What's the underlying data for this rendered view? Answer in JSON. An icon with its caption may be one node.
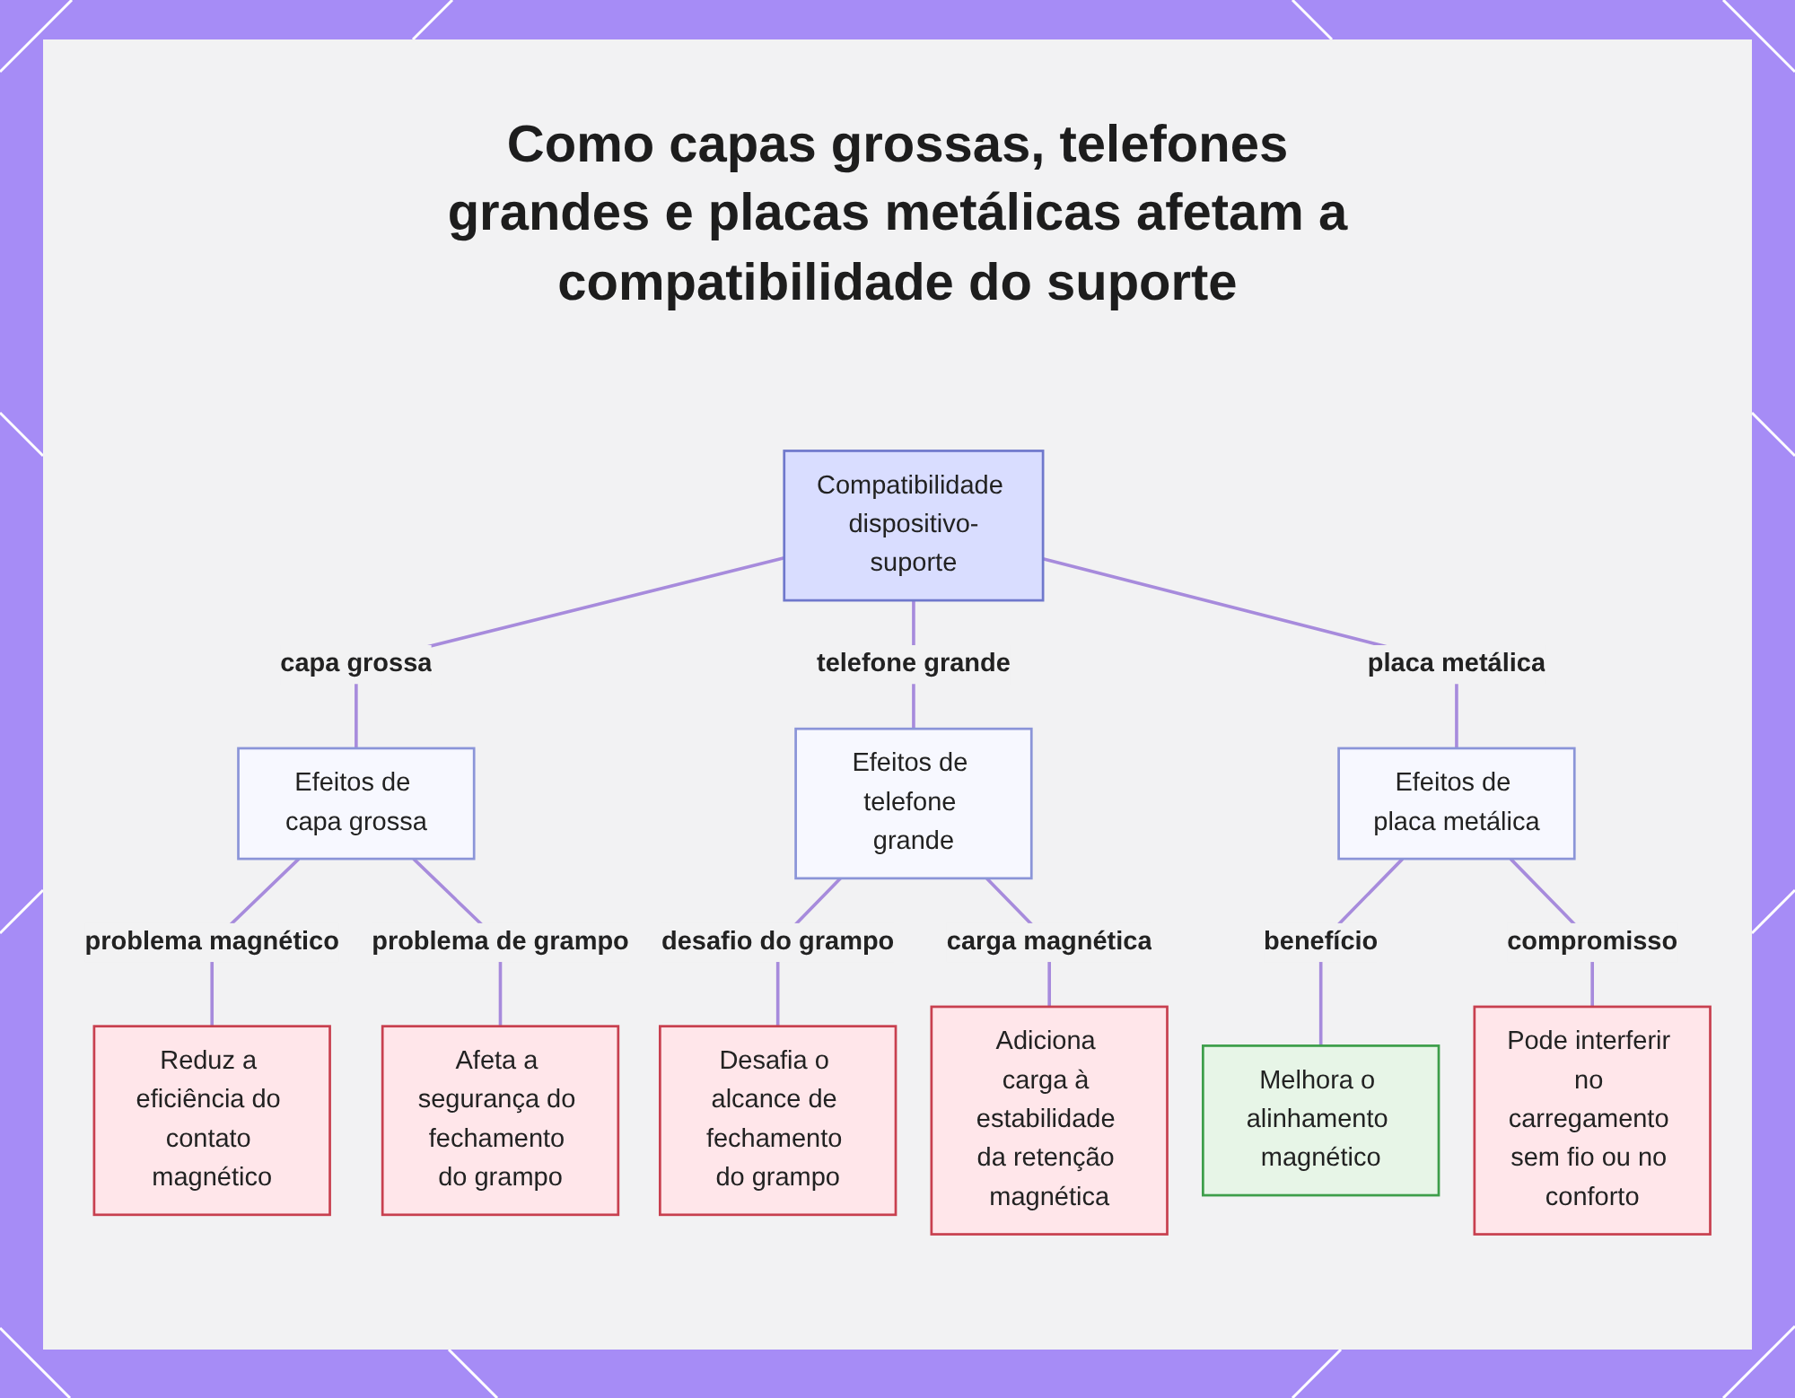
{
  "diagram": {
    "title": "Como capas grossas, telefones grandes e placas metálicas afetam a compatibilidade do suporte",
    "nodes": [
      {
        "text": [
          "Compatibilidade dispositivo-suporte"
        ]
      },
      {
        "text": [
          "Efeitos de capa grossa"
        ]
      },
      {
        "text": [
          "Efeitos de telefone grande"
        ]
      },
      {
        "text": [
          "Efeitos de placa metálica"
        ]
      },
      {
        "text": [
          "Reduz a eficiência do contato magnético"
        ]
      },
      {
        "text": [
          "Afeta a segurança do fechamento do grampo"
        ]
      },
      {
        "text": [
          "Desafia o alcance de fechamento do grampo"
        ]
      },
      {
        "text": [
          "Adiciona carga à estabilidade da retenção magnética"
        ]
      },
      {
        "text": [
          "Melhora o alinhamento magnético"
        ]
      },
      {
        "text": [
          "Pode interferir no carregamento sem fio ou no conforto"
        ]
      }
    ],
    "edges": [
      {
        "from": 0,
        "to": 1,
        "arrow": "none",
        "label": "capa grossa"
      },
      {
        "from": 0,
        "to": 2,
        "arrow": "none",
        "label": "telefone grande"
      },
      {
        "from": 0,
        "to": 3,
        "arrow": "none",
        "label": "placa metálica"
      },
      {
        "from": 1,
        "to": 4,
        "arrow": "none",
        "label": "problema magnético"
      },
      {
        "from": 1,
        "to": 5,
        "arrow": "none",
        "label": "problema de grampo"
      },
      {
        "from": 2,
        "to": 6,
        "arrow": "none",
        "label": "desafio do grampo"
      },
      {
        "from": 2,
        "to": 7,
        "arrow": "none",
        "label": "carga magnética"
      },
      {
        "from": 3,
        "to": 8,
        "arrow": "none",
        "label": "benefício"
      },
      {
        "from": 3,
        "to": 9,
        "arrow": "none",
        "label": "compromisso"
      }
    ]
  }
}
